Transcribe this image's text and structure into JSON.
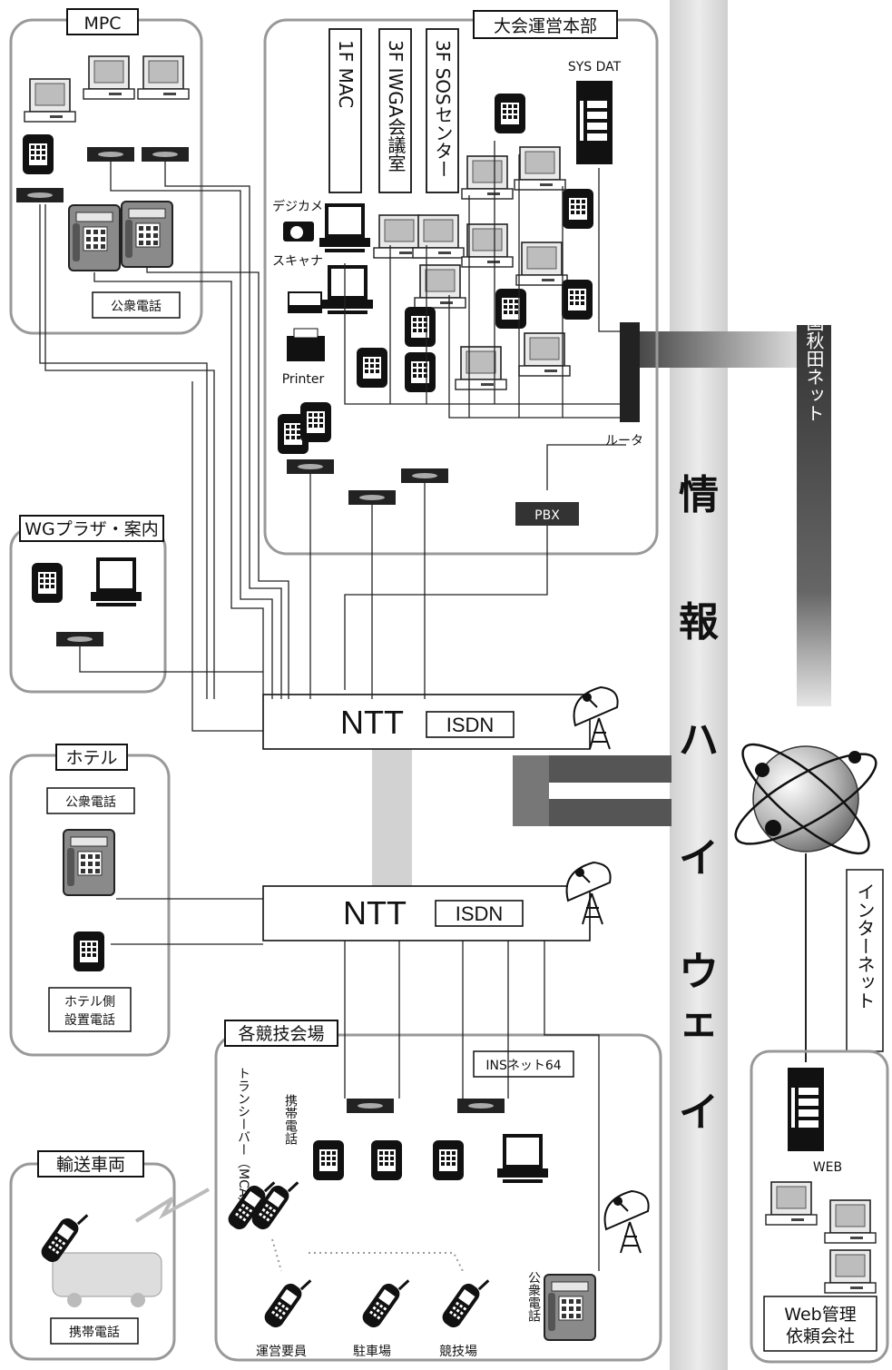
{
  "regions": {
    "mpc": {
      "title": "MPC",
      "payphone_label": "公衆電話"
    },
    "hq": {
      "title": "大会運営本部",
      "rooms": [
        "1F MAC",
        "3F IWGA会議室",
        "3F SOSセンター"
      ],
      "server_label": "SYS DAT",
      "camera_label": "デジカメ",
      "scanner_label": "スキャナ",
      "printer_label": "Printer",
      "router_label": "ルータ",
      "pbx_label": "PBX"
    },
    "wg_plaza": {
      "title": "WGプラザ・案内"
    },
    "hotel": {
      "title": "ホテル",
      "payphone_label": "公衆電話",
      "hotel_phone_label": "ホテル側\n設置電話"
    },
    "transport": {
      "title": "輸送車両",
      "mobile_label": "携帯電話"
    },
    "venues": {
      "title": "各競技会場",
      "ins_label": "INSネット64",
      "transceiver_label": "トランシーバー（MCA）",
      "mobile_label": "携帯電話",
      "payphone_label": "公衆電話",
      "staff_labels": [
        "運営要員",
        "駐車場",
        "競技場"
      ]
    },
    "web_company": {
      "title": "Web管理\n依頼会社",
      "web_label": "WEB"
    }
  },
  "ntt_nodes": [
    {
      "name": "NTT",
      "service": "ISDN"
    },
    {
      "name": "NTT",
      "service": "ISDN"
    }
  ],
  "highway_label": "情報ハイウェイ",
  "akita_net_label": "美の国秋田ネット",
  "internet_label": "インターネット"
}
